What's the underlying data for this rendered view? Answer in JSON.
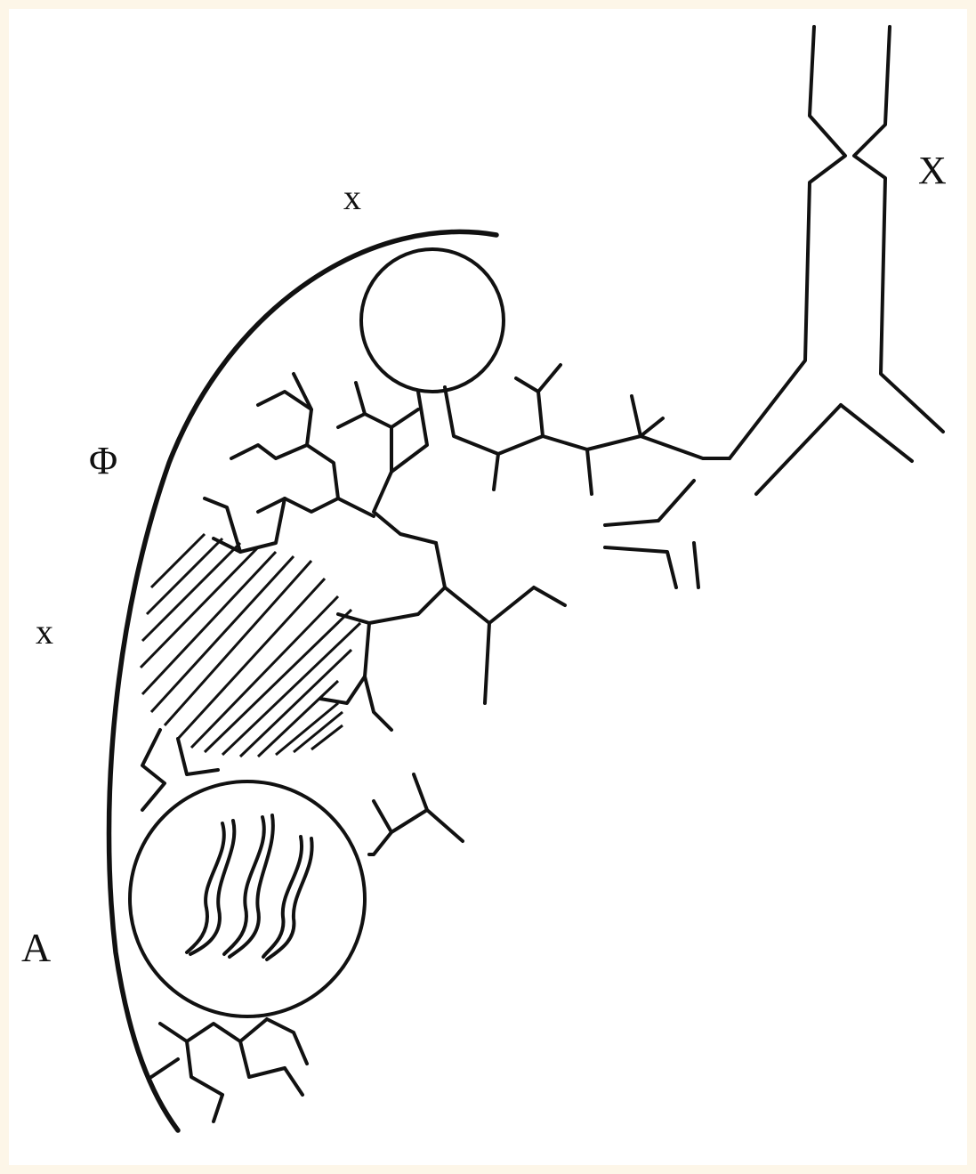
{
  "labels": {
    "top_x": "x",
    "right_x": "X",
    "phi": "Φ",
    "mid_x": "x",
    "a": "A"
  },
  "colors": {
    "background": "#fdf6e8",
    "ink": "#111111"
  }
}
